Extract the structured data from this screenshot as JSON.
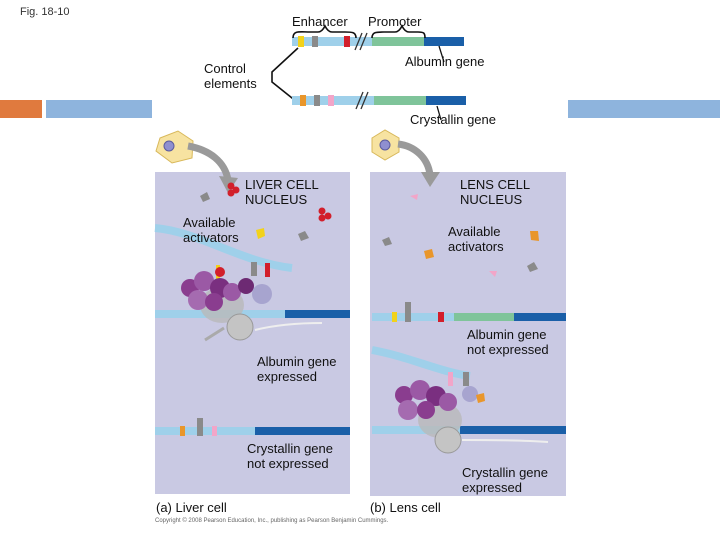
{
  "fig_label": "Fig. 18-10",
  "header": {
    "enhancer": "Enhancer",
    "promoter": "Promoter"
  },
  "labels": {
    "control_elements": "Control\nelements",
    "albumin_gene": "Albumin gene",
    "crystallin_gene": "Crystallin gene"
  },
  "liver": {
    "nucleus": "LIVER CELL\nNUCLEUS",
    "available_activators": "Available\nactivators",
    "albumin_status": "Albumin gene\nexpressed",
    "crystallin_status": "Crystallin gene\nnot expressed",
    "caption": "(a) Liver cell"
  },
  "lens": {
    "nucleus": "LENS CELL\nNUCLEUS",
    "available_activators": "Available\nactivators",
    "albumin_status": "Albumin gene\nnot expressed",
    "crystallin_status": "Crystallin gene\nexpressed",
    "caption": "(b) Lens cell"
  },
  "copyright": "Copyright © 2008 Pearson Education, Inc., publishing as Pearson Benjamin Cummings.",
  "colors": {
    "slide_orange": "#e07a3e",
    "slide_blue": "#8eb4dd",
    "panel": "#c9c9e3",
    "dna_light": "#9fd0ea",
    "dna_dark": "#1a5fa8",
    "gene_green": "#7fc49a",
    "element_red": "#d21f2b",
    "element_yellow": "#f2d21b",
    "element_gray": "#8a8a8a",
    "element_pink": "#f2a5c8",
    "element_orange": "#e9962b",
    "activator_purple": "#8a3d8f",
    "polymerase_gray": "#bdbdbd"
  }
}
